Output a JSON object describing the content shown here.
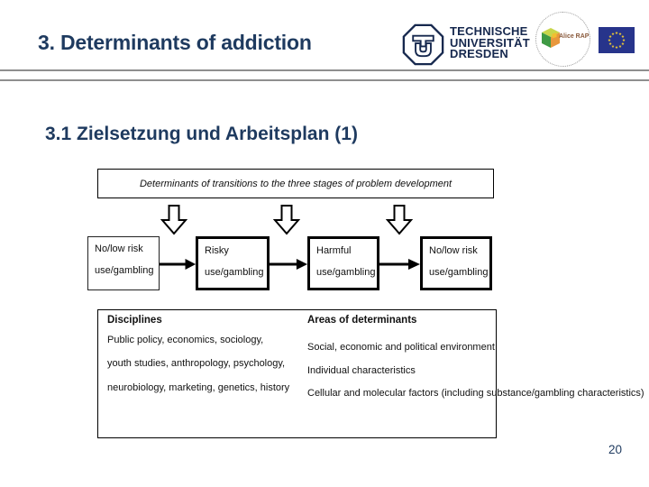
{
  "slide": {
    "title": "3. Determinants of addiction",
    "section_heading": "3.1 Zielsetzung und Arbeitsplan (1)",
    "page_number": "20"
  },
  "header_logos": {
    "tu_dresden_lines": [
      "TECHNISCHE",
      "UNIVERSITÄT",
      "DRESDEN"
    ],
    "alice_rap_label": "Alice RAP"
  },
  "diagram": {
    "caption": "Determinants of transitions to the three stages of problem development",
    "stages": [
      {
        "label": "No/low risk",
        "sublabel": "use/gambling"
      },
      {
        "label": "Risky",
        "sublabel": "use/gambling"
      },
      {
        "label": "Harmful",
        "sublabel": "use/gambling"
      },
      {
        "label": "No/low risk",
        "sublabel": "use/gambling"
      }
    ]
  },
  "table": {
    "columns": [
      {
        "header": "Disciplines",
        "lines": [
          "Public policy, economics, sociology,",
          "youth studies, anthropology, psychology,",
          "neurobiology, marketing, genetics, history"
        ]
      },
      {
        "header": "Areas of determinants",
        "lines": [
          "Social, economic and political environment",
          "Individual characteristics",
          "Cellular and molecular factors (including substance/gambling characteristics)"
        ]
      }
    ]
  },
  "colors": {
    "heading_navy": "#1e3a5f",
    "divider_gray": "#8f8f8f",
    "border_black": "#000000",
    "eu_flag_blue": "#27348b",
    "eu_star_yellow": "#f8d12e"
  }
}
